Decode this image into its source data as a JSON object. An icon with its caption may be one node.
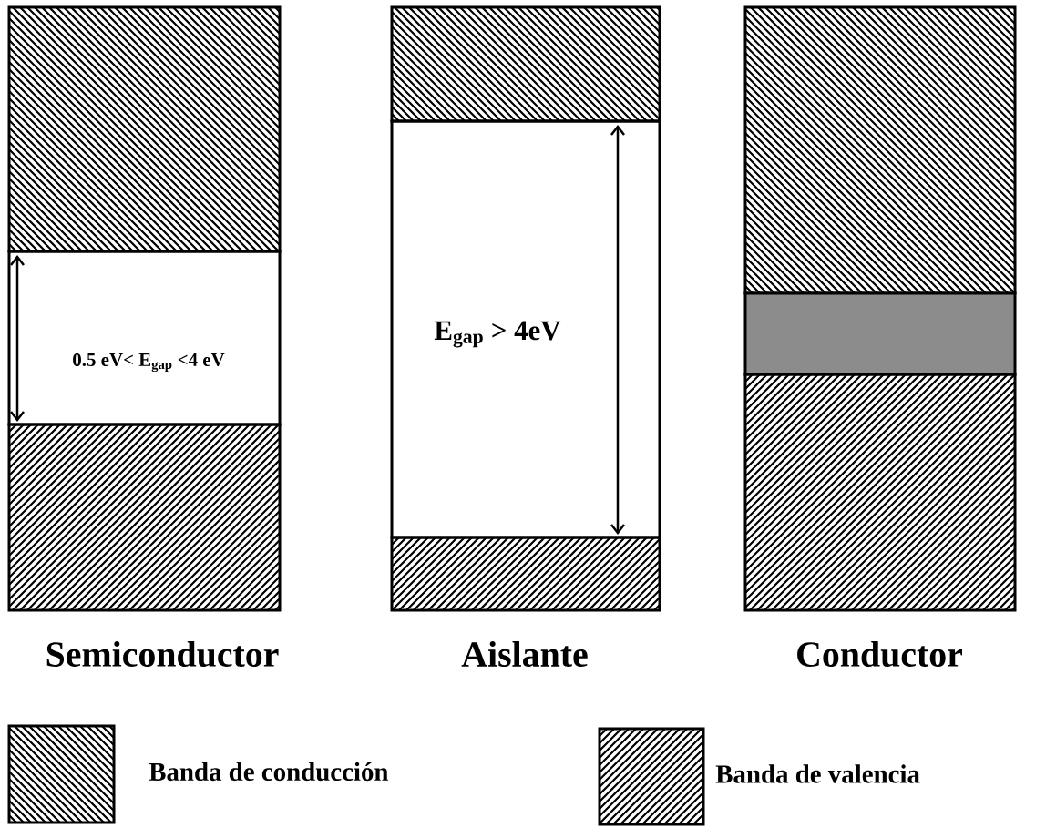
{
  "diagram": {
    "labels": [
      "0.5 eV< E$_{gap}$ <4 eV",
      "E$_{gap}$ > 4eV",
      "Semiconductor",
      "Aislante",
      "Conductor"
    ],
    "legend": [
      {
        "text": "Banda de conducción"
      },
      {
        "text": "Banda de valencia"
      }
    ]
  }
}
